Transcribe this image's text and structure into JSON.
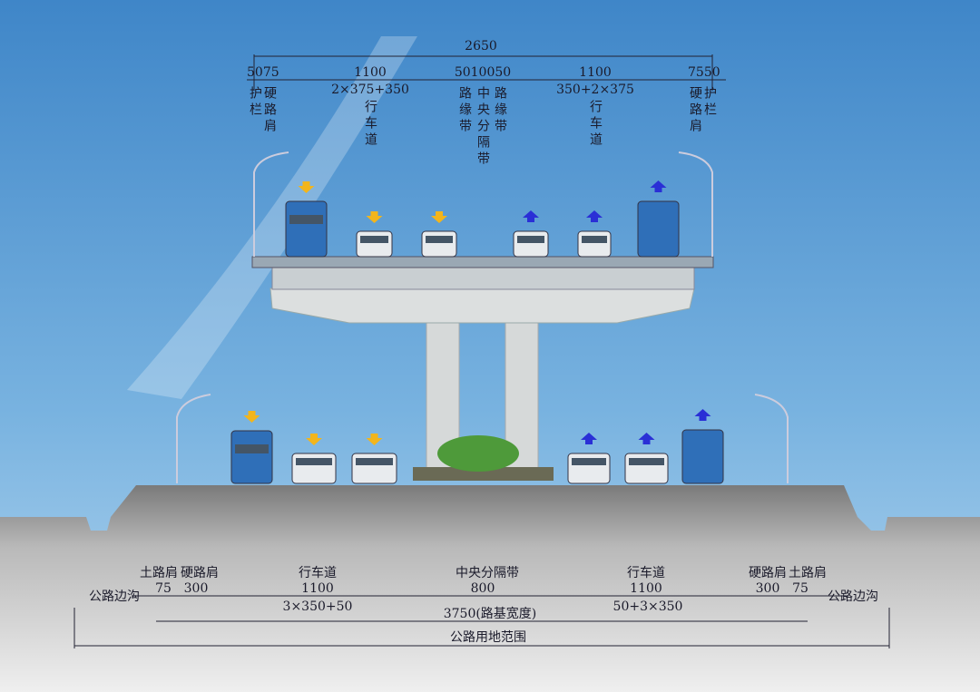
{
  "upper_deck": {
    "total_width": "2650",
    "left_guard_shoulder": "5075",
    "left_carriageway": {
      "width": "1100",
      "detail": "2×375+350",
      "label": "行车道"
    },
    "median": {
      "width": "5010050",
      "left_edge": "路缘带",
      "center": "中央分隔带",
      "right_edge": "路缘带"
    },
    "right_carriageway": {
      "width": "1100",
      "detail": "350+2×375",
      "label": "行车道"
    },
    "right_shoulder_guard": "7550",
    "left_guardrail": "护栏",
    "left_hard_shoulder": "硬路肩",
    "right_hard_shoulder": "硬路肩",
    "right_guardrail": "护栏"
  },
  "ground_road": {
    "left_ditch": "公路边沟",
    "right_ditch": "公路边沟",
    "left_earth_shoulder": {
      "label": "土路肩",
      "width": "75"
    },
    "left_hard_shoulder": {
      "label": "硬路肩",
      "width": "300"
    },
    "left_carriageway": {
      "label": "行车道",
      "width": "1100",
      "detail": "3×350+50"
    },
    "median": {
      "label": "中央分隔带",
      "width": "800"
    },
    "right_carriageway": {
      "label": "行车道",
      "width": "1100",
      "detail": "50+3×350"
    },
    "right_hard_shoulder": {
      "label": "硬路肩",
      "width": "300"
    },
    "right_earth_shoulder": {
      "label": "土路肩",
      "width": "75"
    },
    "subgrade_width": "3750(路基宽度)",
    "land_range": "公路用地范围"
  },
  "colors": {
    "down_arrow": "#f2b51c",
    "up_arrow": "#2a2fd6",
    "truck": "#2f6fb8",
    "concrete": "#d9dcdc"
  }
}
